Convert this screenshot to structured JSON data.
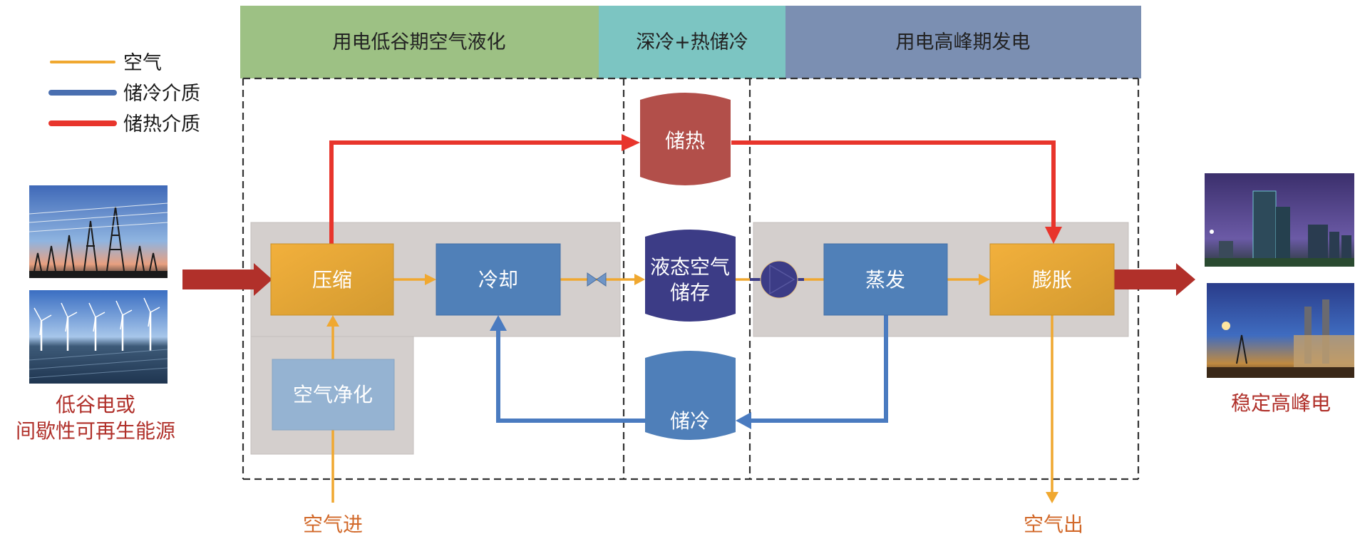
{
  "legend": {
    "items": [
      {
        "label": "空气",
        "color": "#f0a830"
      },
      {
        "label": "储冷介质",
        "color": "#4a6fb0"
      },
      {
        "label": "储热介质",
        "color": "#e8352c"
      }
    ]
  },
  "phases": [
    {
      "label": "用电低谷期空气液化",
      "color": "#9dc184"
    },
    {
      "label": "深冷+热储冷",
      "color": "#7cc5c2"
    },
    {
      "label": "用电高峰期发电",
      "color": "#7b8fb2"
    }
  ],
  "units": {
    "compress": {
      "label": "压缩",
      "color": "#e0a232"
    },
    "cool": {
      "label": "冷却",
      "color": "#5080b8"
    },
    "purify": {
      "label": "空气净化",
      "color": "#95b3d2"
    },
    "evaporate": {
      "label": "蒸发",
      "color": "#5080b8"
    },
    "expand": {
      "label": "膨胀",
      "color": "#e0a232"
    }
  },
  "tanks": {
    "heat": {
      "label": "储热",
      "color": "#b24f4a"
    },
    "liquid_air": {
      "line1": "液态空气",
      "line2": "储存",
      "color": "#3c3c86"
    },
    "cold": {
      "label": "储冷",
      "color": "#4f7fb9"
    }
  },
  "inputs": {
    "source_line1": "低谷电或",
    "source_line2": "间歇性可再生能源",
    "air_in": "空气进"
  },
  "outputs": {
    "output_label": "稳定高峰电",
    "air_out": "空气出"
  },
  "colors": {
    "air": "#f0a830",
    "cold_medium": "#4a7bc0",
    "heat_medium": "#e8352c",
    "power_arrow": "#b1302a",
    "panel_grey": "#d4cfcd"
  }
}
